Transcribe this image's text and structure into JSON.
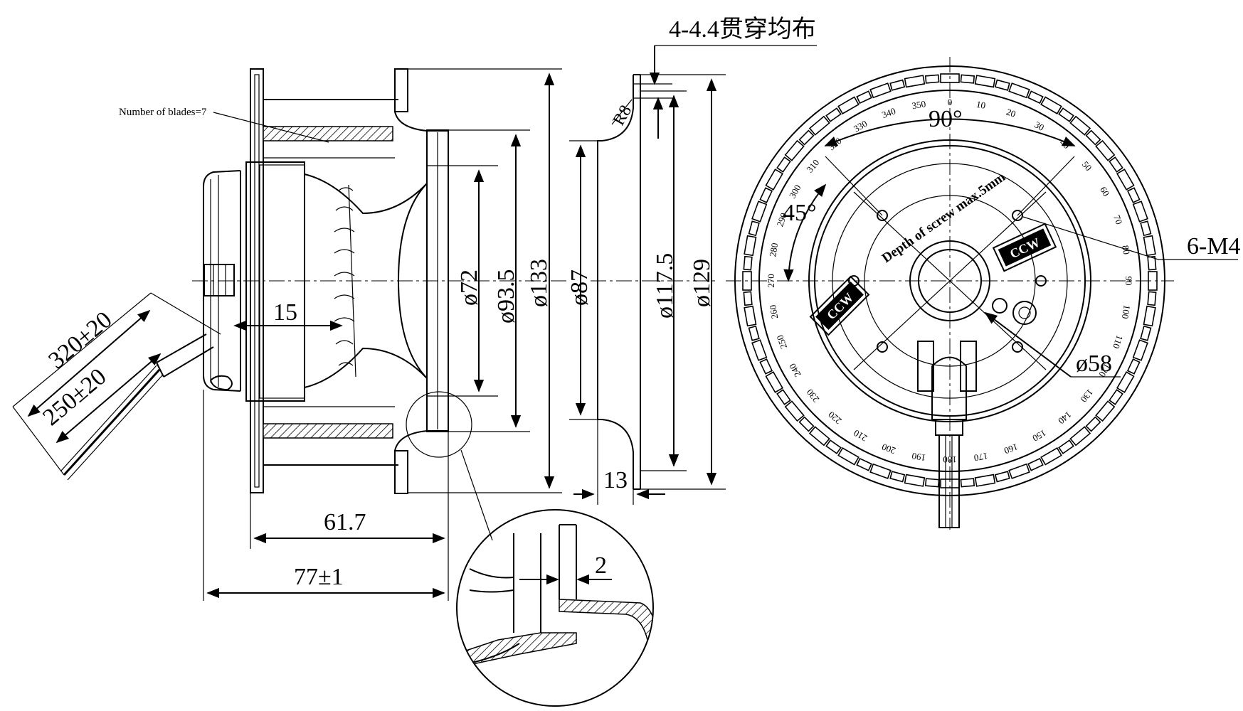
{
  "side_view": {
    "blades_note": "Number of blades=7",
    "dim_320": "320±20",
    "dim_250": "250±20",
    "dim_15": "15",
    "dim_61_7": "61.7",
    "dim_77": "77±1",
    "dia_72": "ø72",
    "dia_93_5": "ø93.5",
    "dia_133": "ø133"
  },
  "ring_view": {
    "hole_note": "4-4.4贯穿均布",
    "radius": "R8",
    "dia_87": "ø87",
    "dia_117_5": "ø117.5",
    "dia_129": "ø129",
    "dim_13": "13"
  },
  "detail": {
    "dim_2": "2"
  },
  "front_view": {
    "angle_90": "90°",
    "angle_45": "45°",
    "screw_note": "6-M4",
    "dia_58": "ø58",
    "depth_note": "Depth of screw max.5mm",
    "label_left": "CCW",
    "label_right": "CCW",
    "scale_labels": [
      "0",
      "10",
      "20",
      "30",
      "40",
      "50",
      "60",
      "70",
      "80",
      "90",
      "100",
      "110",
      "120",
      "130",
      "140",
      "150",
      "160",
      "170",
      "180",
      "190",
      "200",
      "210",
      "220",
      "230",
      "240",
      "250",
      "260",
      "270",
      "280",
      "290",
      "300",
      "310",
      "320",
      "330",
      "340",
      "350"
    ]
  }
}
